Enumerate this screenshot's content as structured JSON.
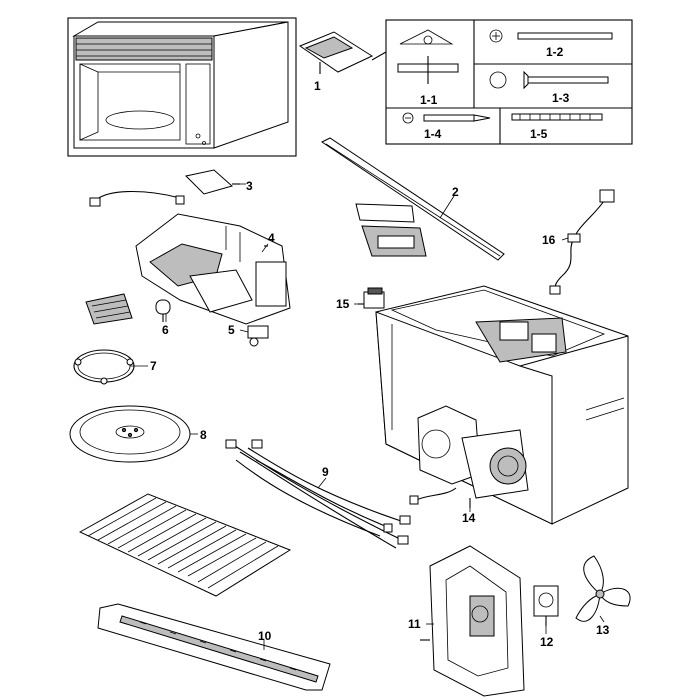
{
  "diagram": {
    "part_labels": [
      "1",
      "1-1",
      "1-2",
      "1-3",
      "1-4",
      "1-5",
      "2",
      "3",
      "4",
      "5",
      "6",
      "7",
      "8",
      "9",
      "10",
      "11",
      "12",
      "13",
      "14",
      "15",
      "16"
    ]
  }
}
